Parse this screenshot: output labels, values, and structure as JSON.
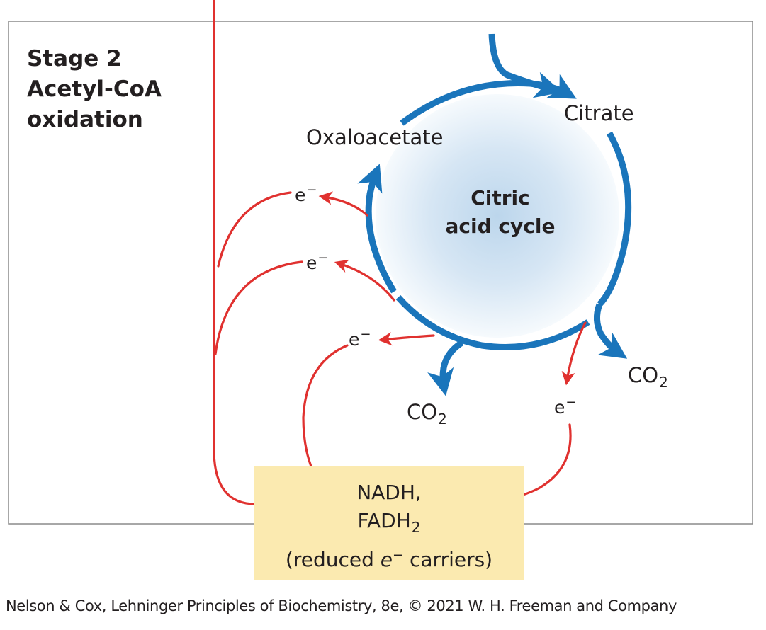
{
  "stage": {
    "line1": "Stage 2",
    "line2": "Acetyl-CoA",
    "line3": "oxidation"
  },
  "cycle": {
    "line1": "Citric",
    "line2": "acid cycle"
  },
  "metabolites": {
    "citrate": "Citrate",
    "oxaloacetate": "Oxaloacetate",
    "co2_left": "CO",
    "co2_left_sub": "2",
    "co2_right": "CO",
    "co2_right_sub": "2"
  },
  "electrons": {
    "symbol": "e",
    "charge": "−"
  },
  "carriers": {
    "line1": "NADH,",
    "line2": "FADH",
    "line2_sub": "2",
    "line3_open": "(reduced ",
    "line3_e": "e",
    "line3_charge": "−",
    "line3_close": " carriers)"
  },
  "credit": "Nelson & Cox, Lehninger Principles of Biochemistry, 8e, © 2021 W. H. Freeman and Company",
  "colors": {
    "cycle_arrow": "#1a75bb",
    "electron_arrow": "#e0312f",
    "carrier_fill": "#fbeab0",
    "frame": "#8a8a8a"
  }
}
